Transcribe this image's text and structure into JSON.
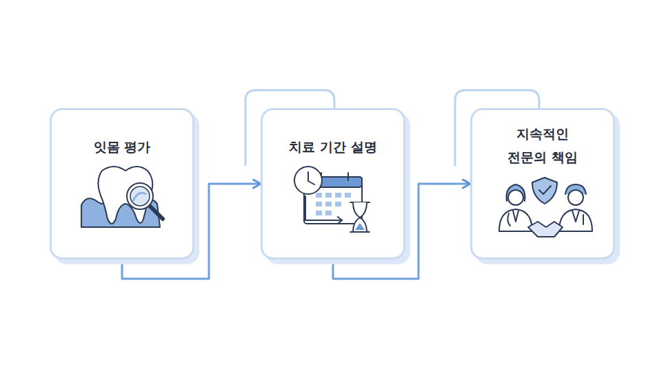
{
  "diagram": {
    "nodes": [
      {
        "text": [
          "잇몸 평가"
        ]
      },
      {
        "text": [
          "치료 기간 설명"
        ]
      },
      {
        "text": [
          "지속적인 전문의 책임"
        ]
      }
    ],
    "edges": [
      {
        "from": 0,
        "to": 1,
        "arrow": "to"
      },
      {
        "from": 1,
        "to": 2,
        "arrow": "to"
      }
    ]
  }
}
